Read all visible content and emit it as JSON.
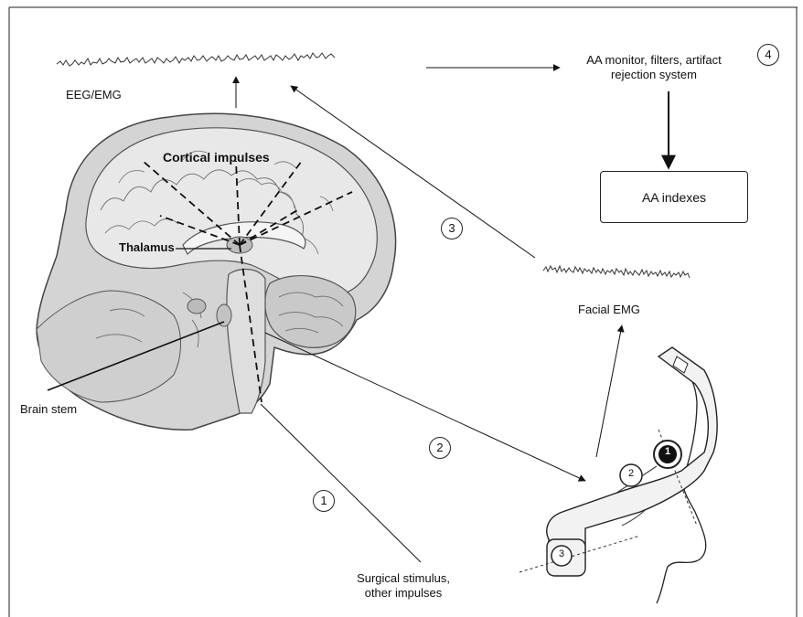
{
  "labels": {
    "eeg_emg": "EEG/EMG",
    "cortical_impulses": "Cortical impulses",
    "thalamus": "Thalamus",
    "brain_stem": "Brain stem",
    "facial_emg": "Facial EMG",
    "monitor_line1": "AA monitor, filters, artifact",
    "monitor_line2": "rejection system",
    "aa_indexes": "AA indexes",
    "stimulus_line1": "Surgical stimulus,",
    "stimulus_line2": "other impulses"
  },
  "steps": [
    "1",
    "2",
    "3",
    "4"
  ],
  "sensor_numbers": [
    "1",
    "2",
    "3"
  ]
}
